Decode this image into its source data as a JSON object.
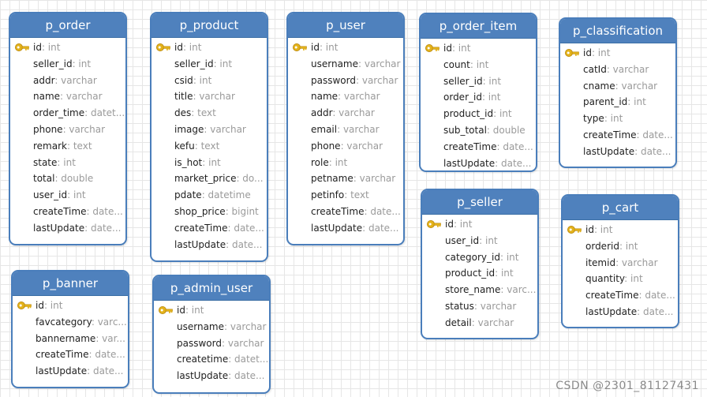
{
  "tables": [
    {
      "key": "p_order",
      "name": "p_order",
      "fields": [
        {
          "name": "id",
          "type": ": int",
          "pk": true
        },
        {
          "name": "seller_id",
          "type": ": int"
        },
        {
          "name": "addr",
          "type": ": varchar"
        },
        {
          "name": "name",
          "type": ": varchar"
        },
        {
          "name": "order_time",
          "type": ": datet..."
        },
        {
          "name": "phone",
          "type": ": varchar"
        },
        {
          "name": "remark",
          "type": ": text"
        },
        {
          "name": "state",
          "type": ": int"
        },
        {
          "name": "total",
          "type": ": double"
        },
        {
          "name": "user_id",
          "type": ": int"
        },
        {
          "name": "createTime",
          "type": ": date..."
        },
        {
          "name": "lastUpdate",
          "type": ": date..."
        }
      ]
    },
    {
      "key": "p_product",
      "name": "p_product",
      "fields": [
        {
          "name": "id",
          "type": ": int",
          "pk": true
        },
        {
          "name": "seller_id",
          "type": ": int"
        },
        {
          "name": "csid",
          "type": ": int"
        },
        {
          "name": "title",
          "type": ": varchar"
        },
        {
          "name": "des",
          "type": ": text"
        },
        {
          "name": "image",
          "type": ": varchar"
        },
        {
          "name": "kefu",
          "type": ": text"
        },
        {
          "name": "is_hot",
          "type": ": int"
        },
        {
          "name": "market_price",
          "type": ": do..."
        },
        {
          "name": "pdate",
          "type": ": datetime"
        },
        {
          "name": "shop_price",
          "type": ": bigint"
        },
        {
          "name": "createTime",
          "type": ": date..."
        },
        {
          "name": "lastUpdate",
          "type": ": date..."
        }
      ]
    },
    {
      "key": "p_user",
      "name": "p_user",
      "fields": [
        {
          "name": "id",
          "type": ": int",
          "pk": true
        },
        {
          "name": "username",
          "type": ": varchar"
        },
        {
          "name": "password",
          "type": ": varchar"
        },
        {
          "name": "name",
          "type": ": varchar"
        },
        {
          "name": "addr",
          "type": ": varchar"
        },
        {
          "name": "email",
          "type": ": varchar"
        },
        {
          "name": "phone",
          "type": ": varchar"
        },
        {
          "name": "role",
          "type": ": int"
        },
        {
          "name": "petname",
          "type": ": varchar"
        },
        {
          "name": "petinfo",
          "type": ": text"
        },
        {
          "name": "createTime",
          "type": ": date..."
        },
        {
          "name": "lastUpdate",
          "type": ": date..."
        }
      ]
    },
    {
      "key": "p_order_item",
      "name": "p_order_item",
      "fields": [
        {
          "name": "id",
          "type": ": int",
          "pk": true
        },
        {
          "name": "count",
          "type": ": int"
        },
        {
          "name": "seller_id",
          "type": ": int"
        },
        {
          "name": "order_id",
          "type": ": int"
        },
        {
          "name": "product_id",
          "type": ": int"
        },
        {
          "name": "sub_total",
          "type": ": double"
        },
        {
          "name": "createTime",
          "type": ": date..."
        },
        {
          "name": "lastUpdate",
          "type": ": date..."
        }
      ]
    },
    {
      "key": "p_classification",
      "name": "p_classification",
      "fields": [
        {
          "name": "id",
          "type": ": int",
          "pk": true
        },
        {
          "name": "catId",
          "type": ": varchar"
        },
        {
          "name": "cname",
          "type": ": varchar"
        },
        {
          "name": "parent_id",
          "type": ": int"
        },
        {
          "name": "type",
          "type": ": int"
        },
        {
          "name": "createTime",
          "type": ": date..."
        },
        {
          "name": "lastUpdate",
          "type": ": date..."
        }
      ]
    },
    {
      "key": "p_seller",
      "name": "p_seller",
      "fields": [
        {
          "name": "id",
          "type": ": int",
          "pk": true
        },
        {
          "name": "user_id",
          "type": ": int"
        },
        {
          "name": "category_id",
          "type": ": int"
        },
        {
          "name": "product_id",
          "type": ": int"
        },
        {
          "name": "store_name",
          "type": ": varc..."
        },
        {
          "name": "status",
          "type": ": varchar"
        },
        {
          "name": "detail",
          "type": ": varchar"
        }
      ]
    },
    {
      "key": "p_cart",
      "name": "p_cart",
      "fields": [
        {
          "name": "id",
          "type": ": int",
          "pk": true
        },
        {
          "name": "orderid",
          "type": ": int"
        },
        {
          "name": "itemid",
          "type": ": varchar"
        },
        {
          "name": "quantity",
          "type": ": int"
        },
        {
          "name": "createTime",
          "type": ": date..."
        },
        {
          "name": "lastUpdate",
          "type": ": date..."
        }
      ]
    },
    {
      "key": "p_banner",
      "name": "p_banner",
      "fields": [
        {
          "name": "id",
          "type": ": int",
          "pk": true
        },
        {
          "name": "favcategory",
          "type": ": varc..."
        },
        {
          "name": "bannername",
          "type": ": var..."
        },
        {
          "name": "createTime",
          "type": ": date..."
        },
        {
          "name": "lastUpdate",
          "type": ": date..."
        }
      ]
    },
    {
      "key": "p_admin_user",
      "name": "p_admin_user",
      "fields": [
        {
          "name": "id",
          "type": ": int",
          "pk": true
        },
        {
          "name": "username",
          "type": ": varchar"
        },
        {
          "name": "password",
          "type": ": varchar"
        },
        {
          "name": "createtime",
          "type": ": datet..."
        },
        {
          "name": "lastUpdate",
          "type": ": date..."
        }
      ]
    }
  ],
  "watermark": "CSDN @2301_81127431",
  "colors": {
    "header": "#4f81bd",
    "border": "#4a7ebb",
    "key": "#e3b21b",
    "type_text": "#9a9a9a"
  },
  "icons": {
    "primary_key": "key-icon"
  }
}
